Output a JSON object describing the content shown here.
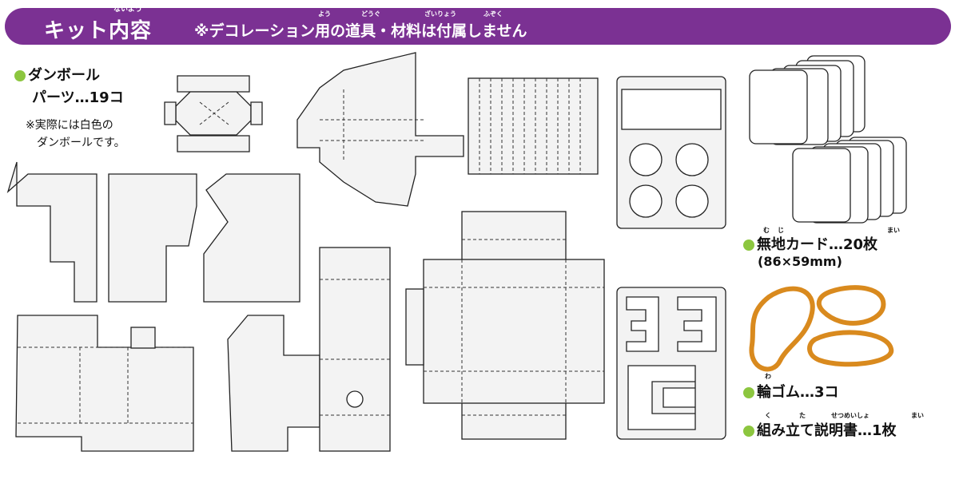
{
  "header": {
    "title": "キット内容",
    "title_ruby": "ないよう",
    "note": "※デコレーション用の道具・材料は付属しません",
    "note_ruby": [
      "よう",
      "どうぐ",
      "ざいりょう",
      "ふぞく"
    ]
  },
  "items": {
    "cardboard": {
      "line1": "ダンボール",
      "line2": "パーツ…19コ",
      "note1": "※実際には白色の",
      "note2": "ダンボールです。"
    },
    "cards": {
      "label": "無地カード…20枚",
      "size": "(86×59mm)",
      "ruby_mu": "む",
      "ruby_ji": "じ",
      "ruby_mai": "まい"
    },
    "rubber": {
      "label": "輪ゴム…3コ",
      "ruby_wa": "わ"
    },
    "manual": {
      "label": "組み立て説明書…1枚",
      "ruby_ku": "く",
      "ruby_ta": "た",
      "ruby_setsumeisho": "せつめいしょ",
      "ruby_mai": "まい"
    }
  },
  "colors": {
    "banner": "#7b3193",
    "bullet": "#8cc63f",
    "rubber_band": "#d98a1e"
  }
}
